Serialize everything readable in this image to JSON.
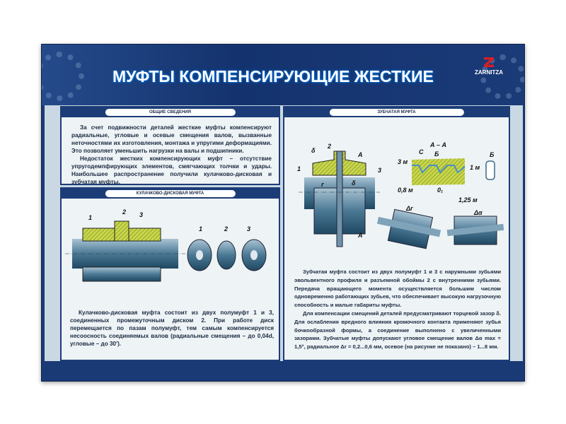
{
  "title": "МУФТЫ КОМПЕНСИРУЮЩИЕ ЖЕСТКИЕ",
  "logo": "ZARNITZA",
  "general": {
    "heading": "ОБЩИЕ СВЕДЕНИЯ",
    "p1": "За счет подвижности деталей жесткие муфты компенсируют радиальные, угловые и осевые смещения валов, вызванные неточностями их изготовления, монтажа и упругими деформациями. Это позволяет уменьшить нагрузки на валы и подшипники.",
    "p2": "Недостаток жестких компенсирующих муфт – отсутствие упругодемпфирующих элементов, смягчающих толчки и удары. Наибольшее распространение получили кулачково-дисковая и зубчатая муфты."
  },
  "cam": {
    "heading": "КУЛАЧКОВО-ДИСКОВАЯ МУФТА",
    "labels": [
      "1",
      "2",
      "3"
    ],
    "p1": "Кулачково-дисковая муфта состоит из двух полумуфт 1 и 3, соединенных промежуточным диском 2. При работе диск перемещается по пазам полумуфт, тем самым компенсируется несоосность соединяемых валов (радиальные смещения – до 0,04d, угловые – до 30′)."
  },
  "gear": {
    "heading": "ЗУБЧАТАЯ МУФТА",
    "labels": {
      "n1": "1",
      "n2": "2",
      "n3": "3",
      "delta": "δ",
      "r": "r",
      "a": "А",
      "aa": "А – А",
      "b": "Б",
      "c": "С",
      "m3": "3 м",
      "m08": "0,8 м",
      "o1": "0₁",
      "m125": "1,25 м",
      "m1": "1 м",
      "dr": "Δr",
      "da": "Δα"
    },
    "p1": "Зубчатая муфта состоит из двух полумуфт 1 и 3 с наружными зубьями эвольвентного профиля и разъемной обоймы 2 с внутренними зубьями. Передача вращающего момента осуществляется большим числом одновременно работающих зубьев, что обеспечивает высокую нагрузочную способность и малые габариты муфты.",
    "p2": "Для компенсации смещений деталей предусматривают торцевой зазор δ. Для ослабления вредного влияния кромочного контакта применяют зубья бочкообразной формы, а соединение выполнено с увеличенными зазорами. Зубчатые муфты допускают угловое смещение валов Δα max = 1,5°, радиальное Δr = 0,2...0,6 мм, осевое (на рисунке не показано) – 1...8 мм."
  },
  "colors": {
    "navy": "#1c3c78",
    "hatch": "#c8d64a",
    "steel": "#4a7894"
  }
}
